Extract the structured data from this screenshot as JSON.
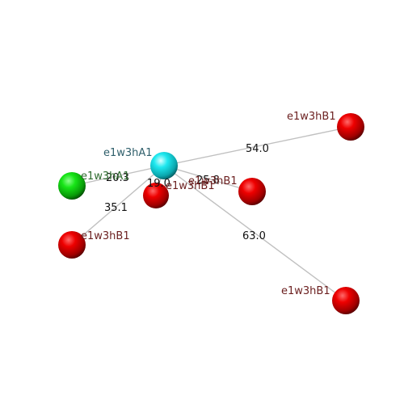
{
  "colors": {
    "center_label": "#2f5f6b",
    "green_label": "#2f6b2f",
    "red_label": "#6b1f1f",
    "edge": "#c0c0c0",
    "edge_label": "#111111"
  },
  "nodes": {
    "center": {
      "label": "e1w3hA1",
      "color": "cyan"
    },
    "green": {
      "label": "e1w3hA1",
      "color": "green"
    },
    "upper_right": {
      "label": "e1w3hB1",
      "color": "red"
    },
    "mid_right": {
      "label": "e1w3hB1",
      "color": "red"
    },
    "near_below": {
      "label": "e1w3hB1",
      "color": "red"
    },
    "lower_left": {
      "label": "e1w3hB1",
      "color": "red"
    },
    "lower_right": {
      "label": "e1w3hB1",
      "color": "red"
    }
  },
  "edges": {
    "upper_right": "54.0",
    "green": "20.3",
    "near_below": "19.0",
    "mid_right": "25.8",
    "lower_left": "35.1",
    "lower_right": "63.0"
  }
}
